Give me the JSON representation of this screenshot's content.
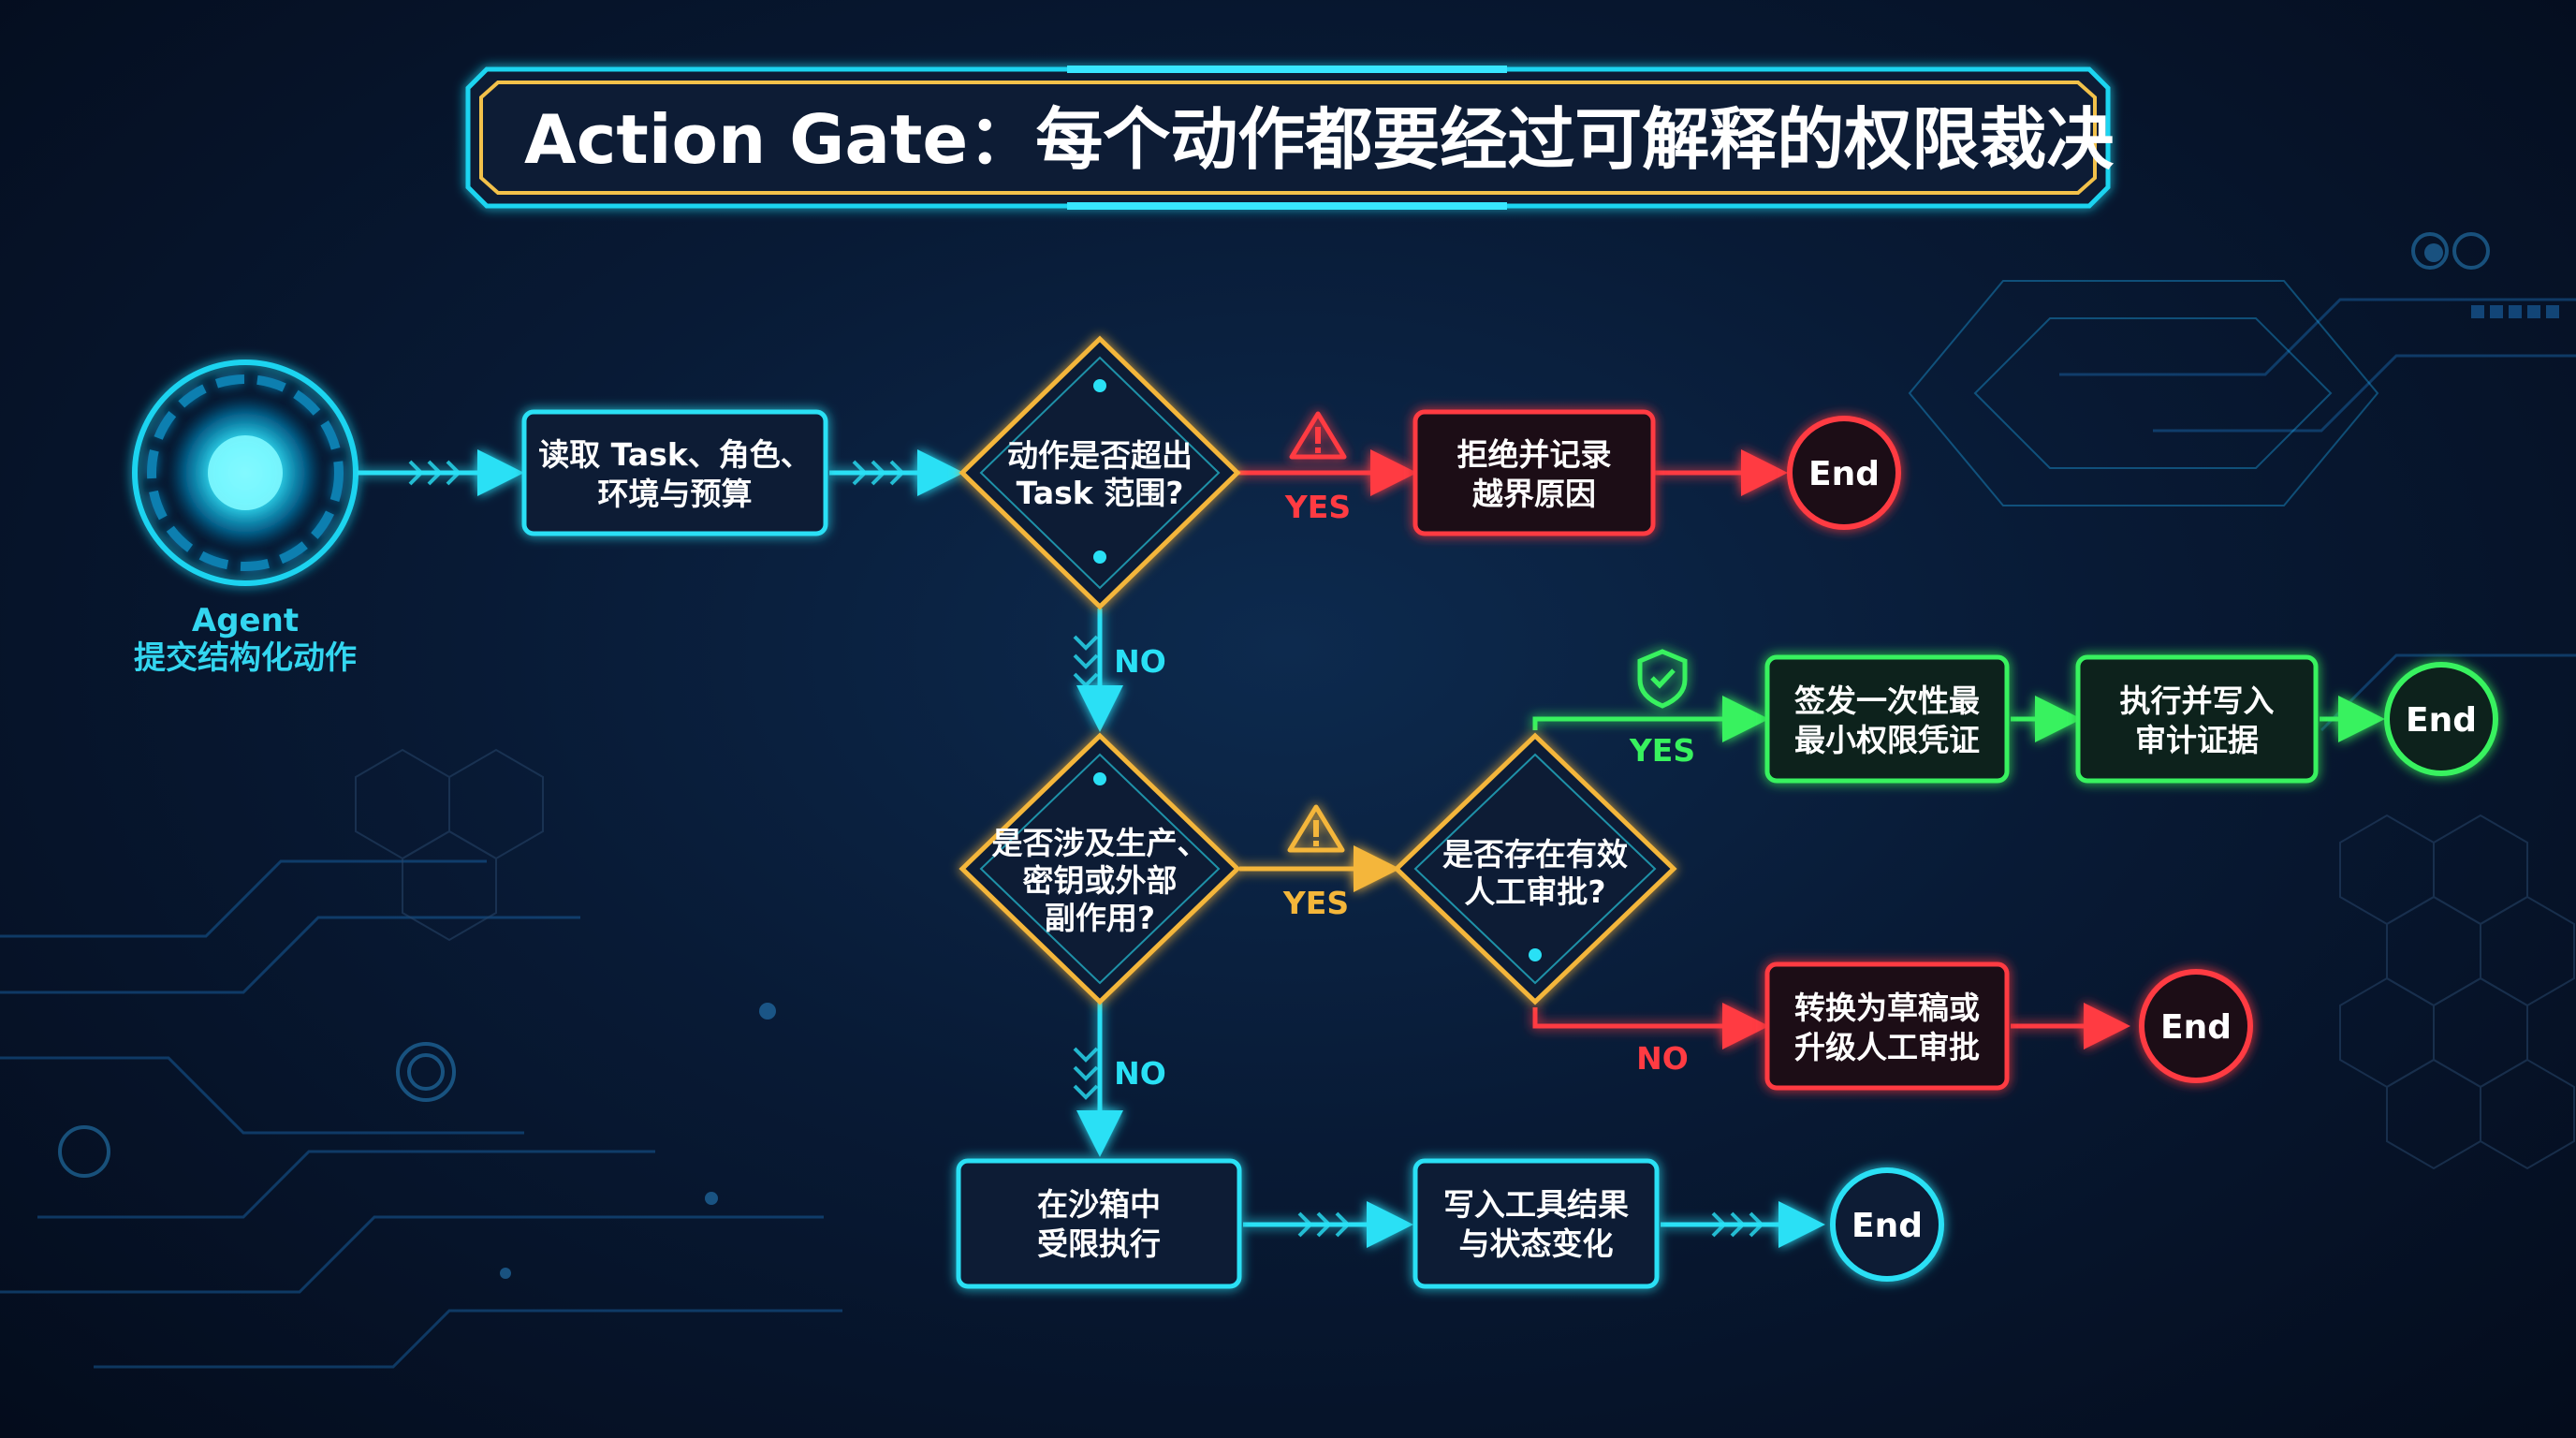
{
  "title": "Action Gate：每个动作都要经过可解释的权限裁决",
  "agent": {
    "name": "Agent",
    "caption": "提交结构化动作"
  },
  "nodes": {
    "read_context": [
      "读取 Task、角色、",
      "环境与预算"
    ],
    "task_scope": [
      "动作是否超出",
      "Task 范围?"
    ],
    "reject": [
      "拒绝并记录",
      "越界原因"
    ],
    "side_effect": [
      "是否涉及生产、",
      "密钥或外部",
      "副作用?"
    ],
    "approval": [
      "是否存在有效",
      "人工审批?"
    ],
    "credential": [
      "签发一次性最",
      "最小权限凭证"
    ],
    "execute_write": [
      "执行并写入",
      "审计证据"
    ],
    "draft": [
      "转换为草稿或",
      "升级人工审批"
    ],
    "sandbox": [
      "在沙箱中",
      "受限执行"
    ],
    "write_result": [
      "写入工具结果",
      "与状态变化"
    ]
  },
  "ends": {
    "label": "End"
  },
  "labels": {
    "yes": "YES",
    "no": "NO"
  },
  "icons": {
    "warning": "warning-triangle-icon",
    "shield": "shield-check-icon",
    "agent": "agent-core-icon"
  },
  "colors": {
    "cyan": "#29e0f5",
    "gold": "#f4b63a",
    "red": "#ff3b42",
    "green": "#38f25e",
    "title_border": "#1fd4f0",
    "title_gold": "#f2c14a",
    "bg_dark": "#061429"
  }
}
